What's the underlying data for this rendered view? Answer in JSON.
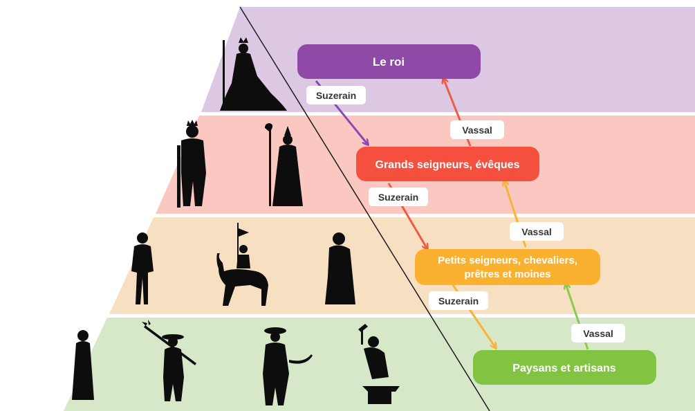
{
  "colors": {
    "band_purple": "#dcc8e3",
    "band_red": "#fbc7c1",
    "band_orange": "#f7dfc2",
    "band_green": "#d7e8c8",
    "box_roi": "#8f4aa8",
    "box_grands": "#f4503d",
    "box_petits": "#fbb130",
    "box_paysans": "#82c341",
    "arrow_purple": "#8a49b0",
    "arrow_red": "#ee5b45",
    "arrow_orange": "#f8b43a",
    "arrow_green": "#8cc84b",
    "silhouette": "#0d0d0d"
  },
  "levels": {
    "roi": "Le roi",
    "grands": "Grands seigneurs, évêques",
    "petits_line1": "Petits seigneurs, chevaliers,",
    "petits_line2": "prêtres et moines",
    "paysans": "Paysans et artisans"
  },
  "tags": {
    "suzerain_1": "Suzerain",
    "suzerain_2": "Suzerain",
    "suzerain_3": "Suzerain",
    "vassal_1": "Vassal",
    "vassal_2": "Vassal",
    "vassal_3": "Vassal"
  },
  "silhouettes": {
    "band1": [
      "king-icon"
    ],
    "band2": [
      "armored-lord-icon",
      "bishop-icon"
    ],
    "band3": [
      "knight-icon",
      "mounted-knight-icon",
      "monk-icon"
    ],
    "band4": [
      "peasant-woman-icon",
      "farmer-with-pitchfork-icon",
      "hunter-with-bow-icon",
      "blacksmith-icon"
    ]
  }
}
